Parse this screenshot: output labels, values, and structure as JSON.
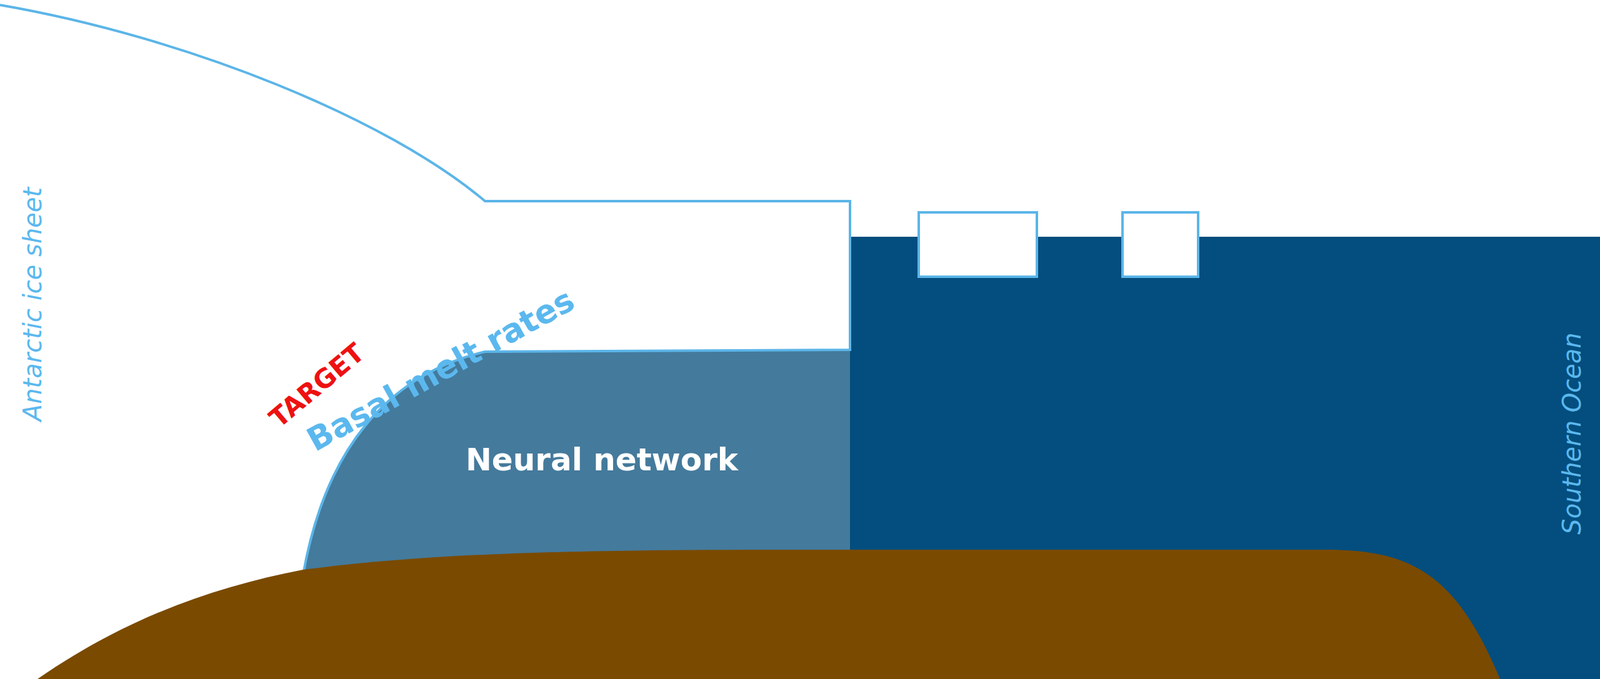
{
  "diagram": {
    "nodes": [
      {
        "text": [
          "Neural network"
        ]
      }
    ],
    "labels": [
      "Antarctic ice sheet",
      "Basal melt rates",
      "TARGET",
      "Southern Ocean"
    ]
  }
}
